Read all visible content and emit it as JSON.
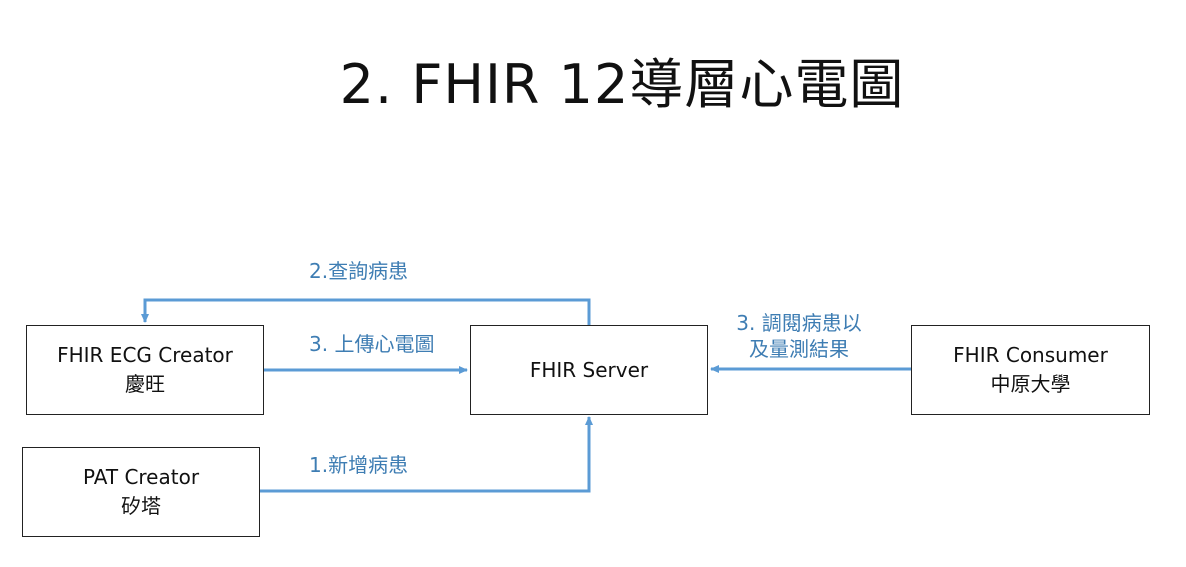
{
  "title": "2. FHIR 12導層心電圖",
  "nodes": {
    "ecg_creator": {
      "line1": "FHIR ECG Creator",
      "line2": "慶旺"
    },
    "pat_creator": {
      "line1": "PAT Creator",
      "line2": "矽塔"
    },
    "server": {
      "line1": "FHIR Server"
    },
    "consumer": {
      "line1": "FHIR Consumer",
      "line2": "中原大學"
    }
  },
  "edges": {
    "query_patient": "2.查詢病患",
    "upload_ecg": "3. 上傳心電圖",
    "add_patient": "1.新增病患",
    "view_results_line1": "3. 調閱病患以",
    "view_results_line2": "及量測結果"
  },
  "colors": {
    "arrow": "#5b9bd5",
    "label": "#3e7db3"
  }
}
